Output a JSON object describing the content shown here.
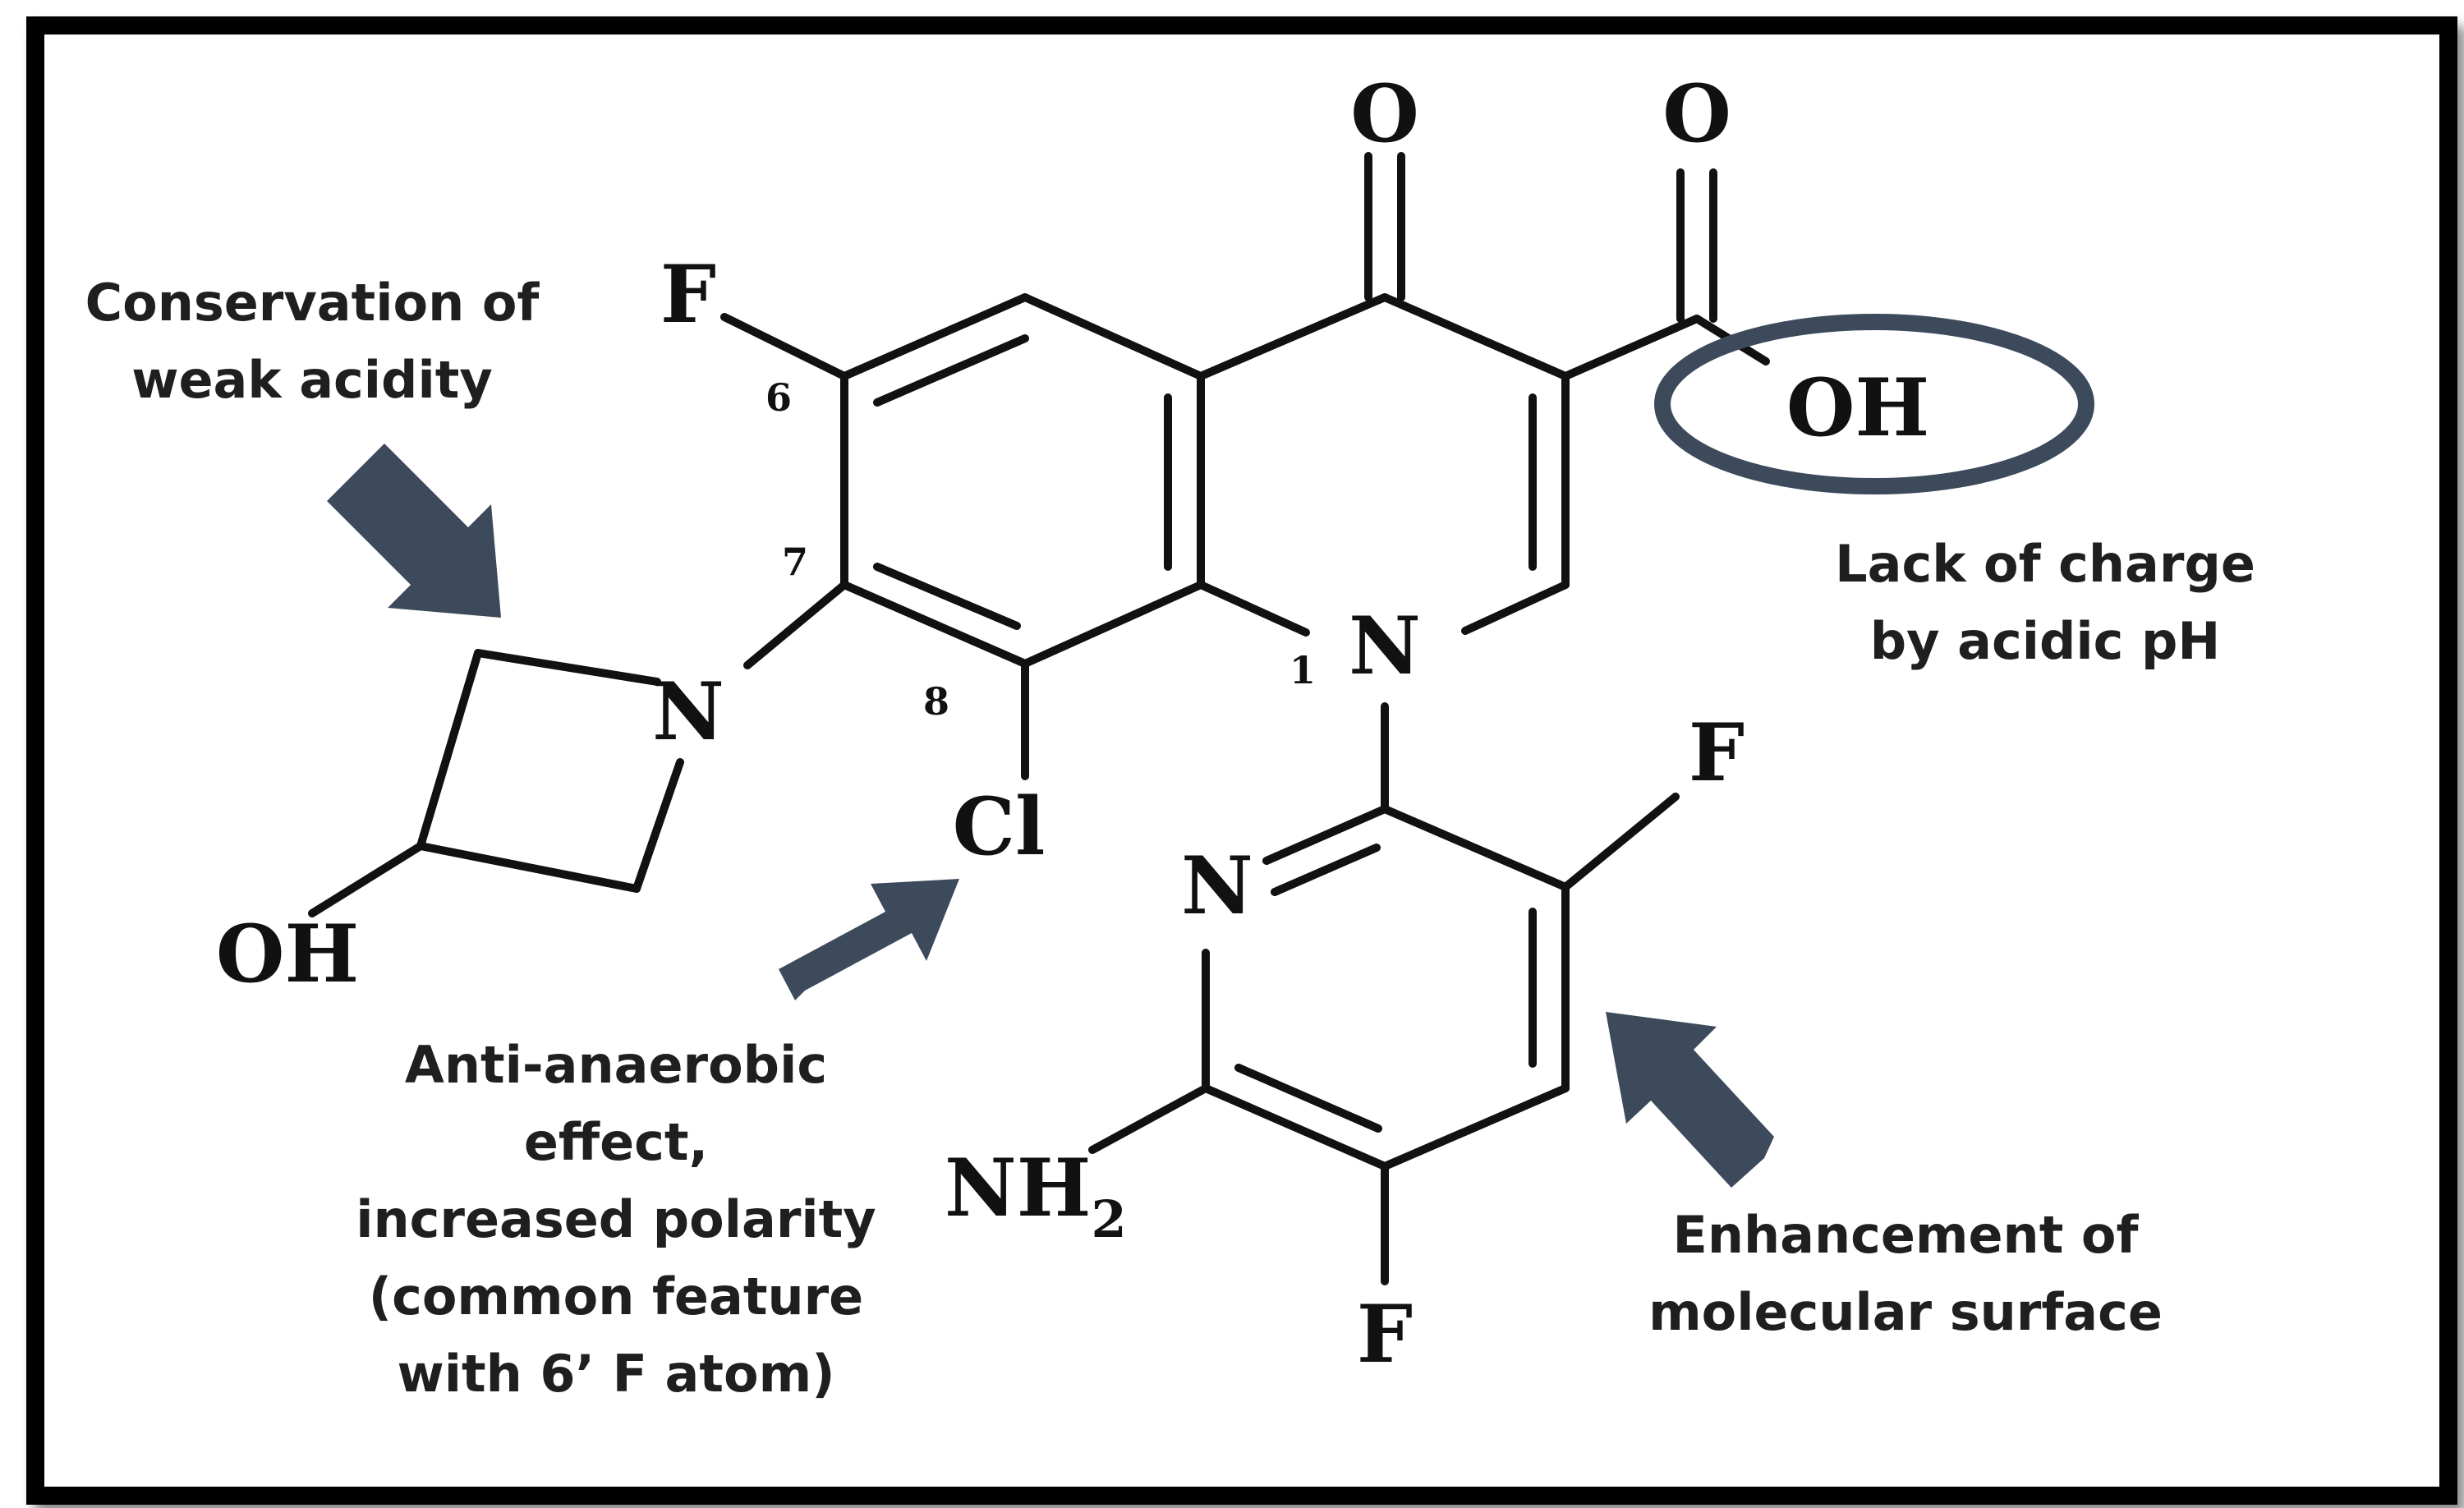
{
  "atoms": {
    "o_keto": "O",
    "o_carbonyl": "O",
    "oh_acid": "OH",
    "f6": "F",
    "n1": "N",
    "n_azetidine": "N",
    "oh_azetidine": "OH",
    "cl8": "Cl",
    "n_pyridine": "N",
    "f_pyridine_upper": "F",
    "f_pyridine_lower": "F",
    "nh2_main": "NH",
    "nh2_sub": "2"
  },
  "positions": {
    "p1": "1",
    "p6": "6",
    "p7": "7",
    "p8": "8"
  },
  "annotations": {
    "weak_acidity": [
      "Conservation  of",
      "weak acidity"
    ],
    "lack_of_charge": [
      "Lack of charge",
      "by acidic pH"
    ],
    "anti_anaerobic": [
      "Anti-anaerobic",
      "effect,",
      "increased polarity",
      "(common feature",
      "with 6’ F atom)"
    ],
    "molecular_surface": [
      "Enhancement of",
      "molecular surface"
    ]
  },
  "colors": {
    "arrow": "#3d4a5c",
    "bond": "#111111",
    "frame": "#000000"
  }
}
